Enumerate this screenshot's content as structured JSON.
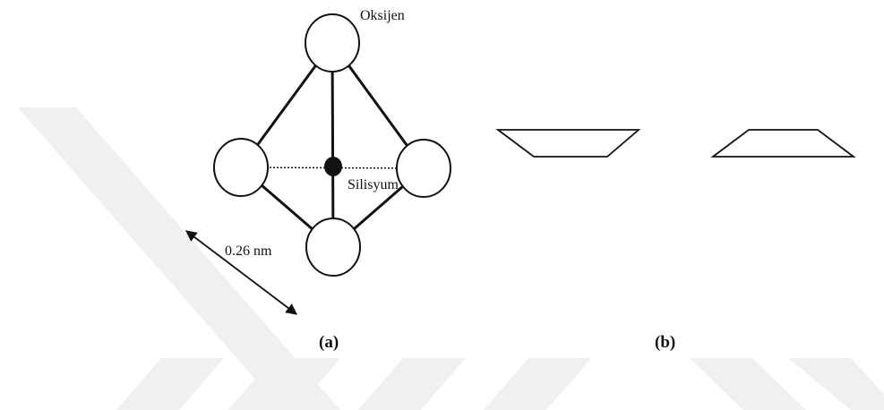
{
  "labels": {
    "oxygen": "Oksijen",
    "silicon": "Silisyum",
    "distance": "0.26 nm"
  },
  "captions": {
    "a": "(a)",
    "b": "(b)"
  },
  "colors": {
    "line": "#111111",
    "watermark": "#f0f0f0",
    "background": "#ffffff"
  }
}
